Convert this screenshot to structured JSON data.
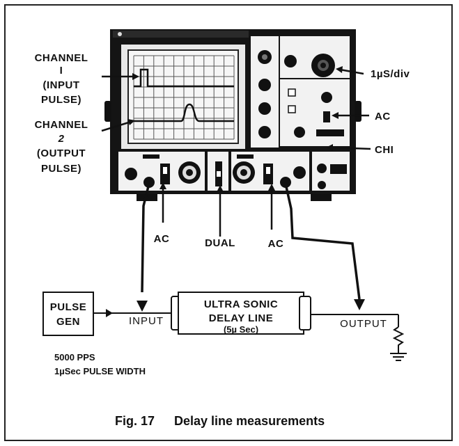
{
  "diagram": {
    "left_labels": {
      "channel1": [
        "CHANNEL",
        "I",
        "(INPUT",
        "PULSE)"
      ],
      "channel2": [
        "CHANNEL",
        "2",
        "(OUTPUT",
        "PULSE)"
      ]
    },
    "right_labels": {
      "timebase": "1µS/div",
      "ac": "AC",
      "ch1": "CHI"
    },
    "bottom_labels": {
      "ac_left": "AC",
      "dual": "DUAL",
      "ac_right": "AC"
    },
    "blocks": {
      "pulse_gen": [
        "PULSE",
        "GEN"
      ],
      "delay_line": [
        "ULTRA SONIC",
        "DELAY LINE",
        "(5µ Sec)"
      ]
    },
    "wire_labels": {
      "input": "INPUT",
      "output": "OUTPUT"
    },
    "notes": [
      "5000 PPS",
      "1µSec PULSE WIDTH"
    ],
    "caption": {
      "fig": "Fig.  17",
      "title": "Delay line measurements"
    }
  }
}
